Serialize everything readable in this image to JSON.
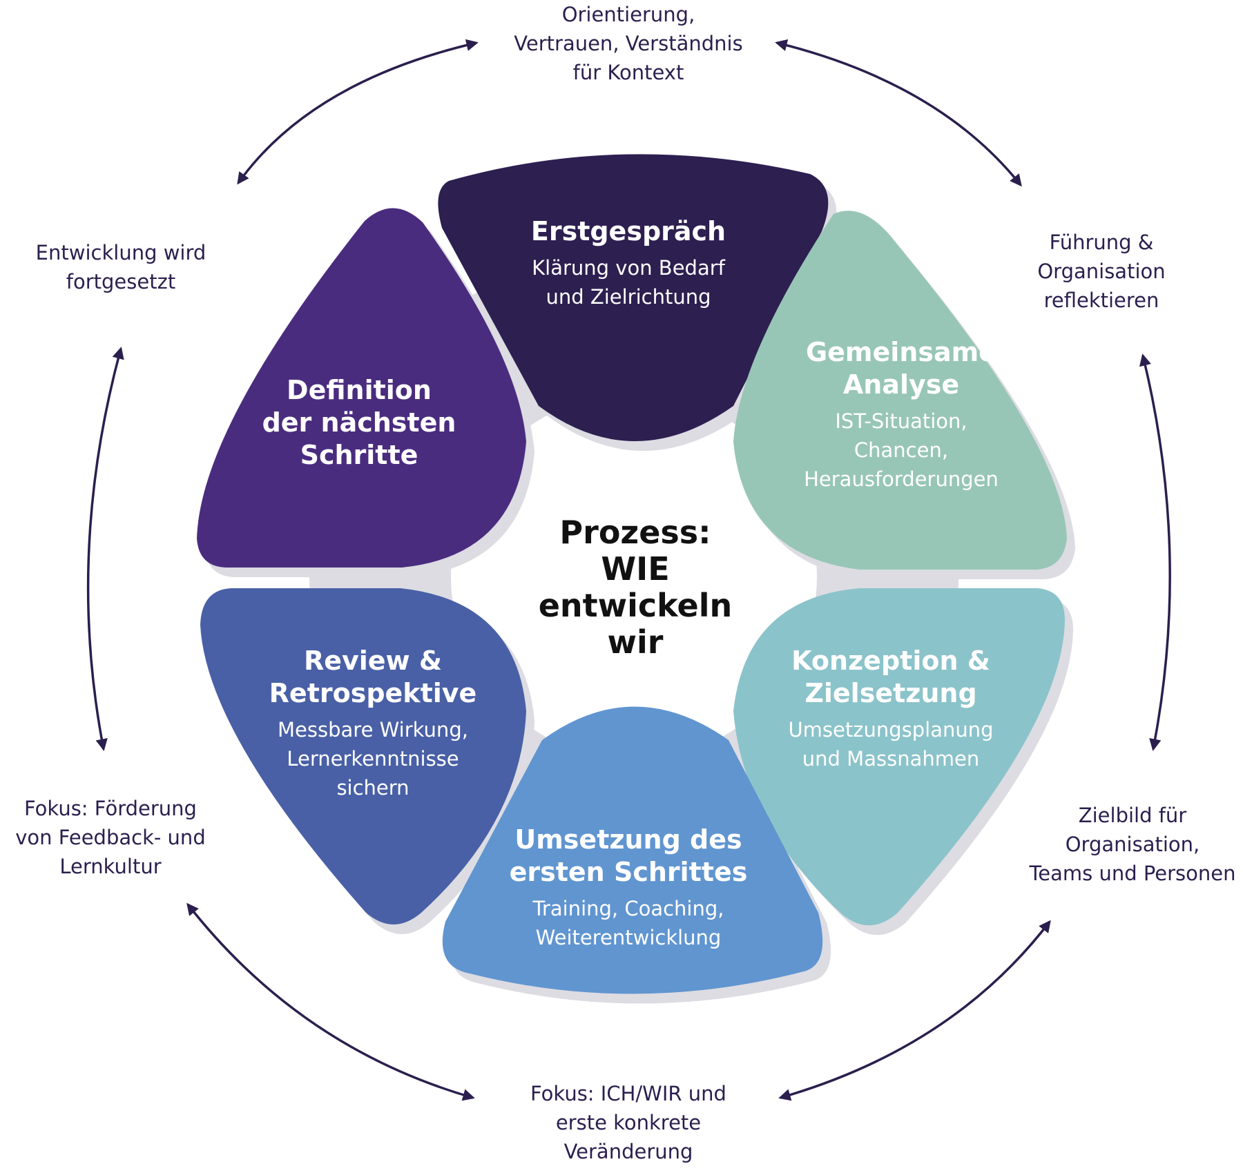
{
  "center": {
    "title": "Prozess:\nWIE\nentwickeln\nwir"
  },
  "segments": [
    {
      "title": "Erstgespräch",
      "subtitle": "Klärung von Bedarf\nund Zielrichtung",
      "color": "#2d1f50"
    },
    {
      "title": "Gemeinsame\nAnalyse",
      "subtitle": "IST-Situation,\nChancen,\nHerausforderungen",
      "color": "#98c6b6"
    },
    {
      "title": "Konzeption &\nZielsetzung",
      "subtitle": "Umsetzungsplanung\nund Massnahmen",
      "color": "#8bc3ca"
    },
    {
      "title": "Umsetzung des\nersten Schrittes",
      "subtitle": "Training, Coaching,\nWeiterentwicklung",
      "color": "#6095d0"
    },
    {
      "title": "Review &\nRetrospektive",
      "subtitle": "Messbare Wirkung,\nLernerkenntnisse\nsichern",
      "color": "#4960a6"
    },
    {
      "title": "Definition\nder nächsten\nSchritte",
      "subtitle": "",
      "color": "#4a2c7f"
    }
  ],
  "outer_labels": {
    "top": "Orientierung,\nVertrauen, Verständnis\nfür Kontext",
    "top_right": "Führung &\nOrganisation\nreflektieren",
    "bottom_right": "Zielbild für\nOrganisation,\nTeams und Personen",
    "bottom": "Fokus: ICH/WIR und\nerste konkrete\nVeränderung",
    "bottom_left": "Fokus: Förderung\nvon Feedback- und\nLernkultur",
    "top_left": "Entwicklung wird\nfortgesetzt"
  },
  "colors": {
    "arrow": "#2b1f4e",
    "shadow": "#dcdce2",
    "outer_text": "#2b1f4e"
  }
}
